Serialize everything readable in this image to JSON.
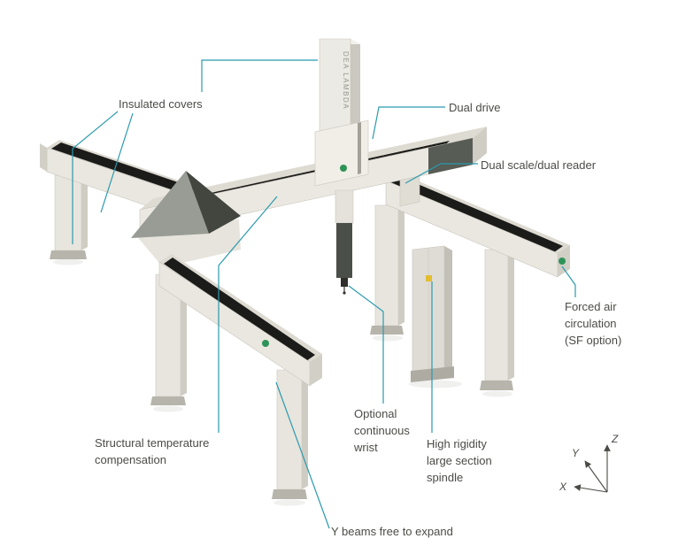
{
  "figure": {
    "background_color": "#ffffff",
    "accent_line_color": "#2b9aae",
    "text_color": "#4b4b47",
    "machine": {
      "brand_text": "DEA LAMBDA",
      "logo_color": "#2e9358",
      "body_color": "#e9e7e0",
      "cover_color": "#1b1b19"
    },
    "callouts": [
      {
        "id": "insulated-covers",
        "lines": [
          "Insulated covers"
        ]
      },
      {
        "id": "dual-drive",
        "lines": [
          "Dual drive"
        ]
      },
      {
        "id": "dual-scale-dual-reader",
        "lines": [
          "Dual scale/dual reader"
        ]
      },
      {
        "id": "forced-air-circulation",
        "lines": [
          "Forced air",
          "circulation",
          "(SF option)"
        ]
      },
      {
        "id": "optional-continuous-wrist",
        "lines": [
          "Optional",
          "continuous",
          "wrist"
        ]
      },
      {
        "id": "high-rigidity-large-section-spindle",
        "lines": [
          "High rigidity",
          "large section",
          "spindle"
        ]
      },
      {
        "id": "structural-temperature-compensation",
        "lines": [
          "Structural temperature",
          "compensation"
        ]
      },
      {
        "id": "y-beams-free-to-expand",
        "lines": [
          "Y beams free to expand"
        ]
      }
    ],
    "axes": {
      "x": "X",
      "y": "Y",
      "z": "Z"
    }
  }
}
